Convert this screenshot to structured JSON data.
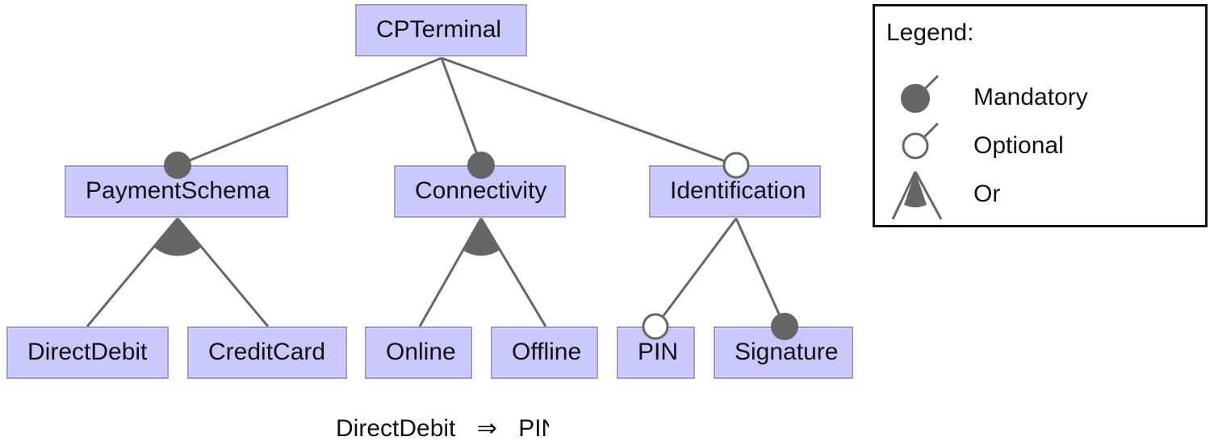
{
  "features": {
    "root": "CPTerminal",
    "payment_schema": "PaymentSchema",
    "connectivity": "Connectivity",
    "identification": "Identification",
    "direct_debit": "DirectDebit",
    "credit_card": "CreditCard",
    "online": "Online",
    "offline": "Offline",
    "pin": "PIN",
    "signature": "Signature"
  },
  "legend": {
    "title": "Legend:",
    "mandatory": "Mandatory",
    "optional": "Optional",
    "or": "Or"
  },
  "constraint": {
    "left": "DirectDebit",
    "operator": "⇒",
    "right": "PIN"
  },
  "colors": {
    "feature_fill": "#c8c8fa",
    "feature_border": "#9a9ad8",
    "edge": "#666666",
    "filled_marker": "#666666"
  }
}
